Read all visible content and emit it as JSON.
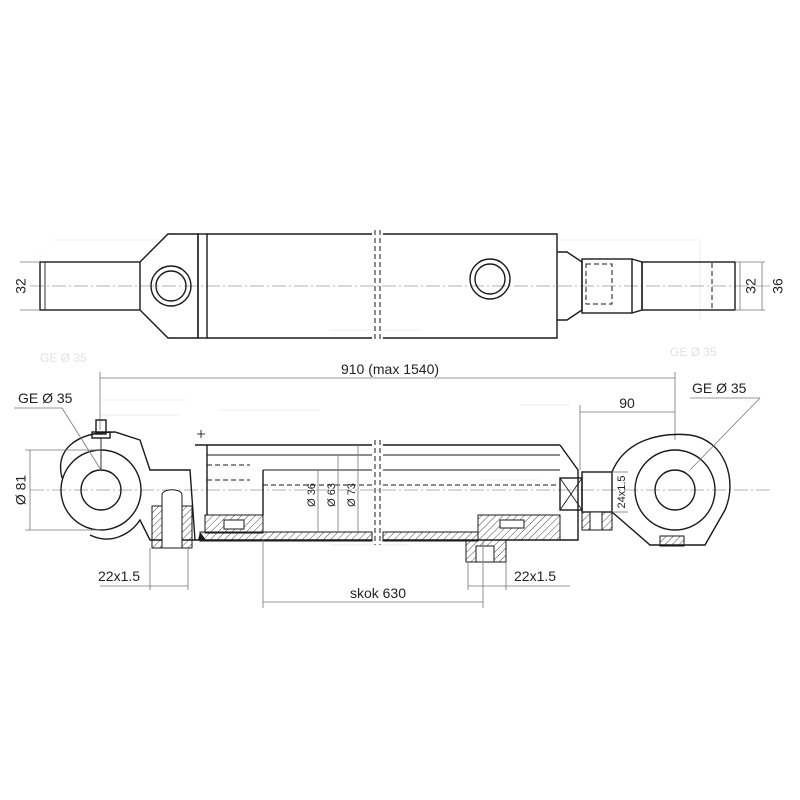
{
  "top_view": {
    "dim_left_rod": "32",
    "dim_right_rod": "32",
    "dim_right_overall": "36"
  },
  "section_view": {
    "overall_length": "910 (max 1540)",
    "joint_left": "GE Ø 35",
    "joint_right": "GE Ø 35",
    "eye_outer_dia": "Ø 81",
    "right_offset": "90",
    "port_left": "22x1.5",
    "port_right": "22x1.5",
    "stroke": "skok 630",
    "rod_dia": "Ø 36",
    "piston_dia": "Ø 63",
    "tube_dia": "Ø 73",
    "grease_thread": "24x1.5"
  },
  "colors": {
    "line": "#1a1a1a",
    "dimension": "#777777",
    "background": "#ffffff"
  }
}
